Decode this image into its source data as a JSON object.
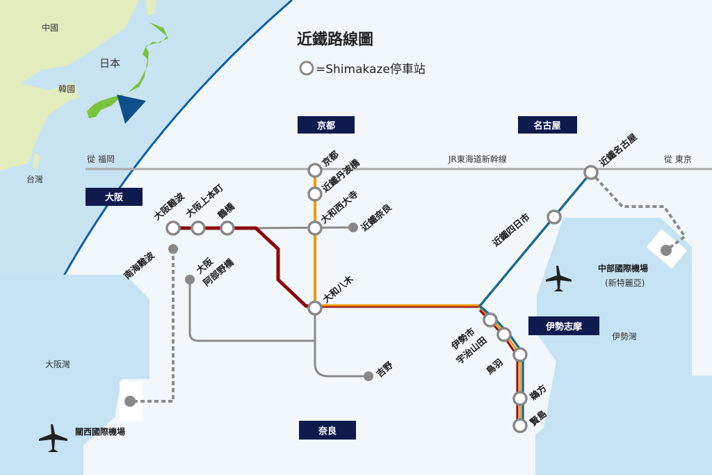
{
  "title": "近鐵路線圖",
  "legend": "=Shimakaze停車站",
  "inset_map": {
    "china": "中國",
    "japan": "日本",
    "korea": "韓國",
    "taiwan": "台灣"
  },
  "regions": {
    "kyoto": "京都",
    "nagoya": "名古屋",
    "osaka": "大阪",
    "ise_shima": "伊勢志摩",
    "nara": "奈良"
  },
  "jr_line": {
    "from_fukuoka": "從 福岡",
    "name": "JR東海道新幹線",
    "from_tokyo": "從 東京"
  },
  "stations": {
    "kyoto": "京都",
    "tambabashi": "近鐵丹波橋",
    "yamato_saidaiji": "大和西大寺",
    "kintetsu_nara": "近鐵奈良",
    "osaka_namba": "大阪難波",
    "osaka_uehommachi": "大阪上本町",
    "tsuruhashi": "鶴橋",
    "nankai_namba": "南海難波",
    "osaka_abenobashi_1": "大阪",
    "osaka_abenobashi_2": "阿部野橋",
    "yamato_yagi": "大和八木",
    "yoshino": "吉野",
    "kintetsu_nagoya": "近鐵名古屋",
    "kintetsu_yokkaichi": "近鐵四日市",
    "iseshi": "伊勢市",
    "ujiyamada": "宇治山田",
    "toba": "鳥羽",
    "ugata": "鵜方",
    "kashikojima": "賢島"
  },
  "airports": {
    "chubu": "中部國際機場",
    "chubu_sub": "(新特麗亞)",
    "kansai": "關西國際機場"
  },
  "water": {
    "ise_bay": "伊勢灣",
    "osaka_bay": "大阪灣"
  },
  "colors": {
    "red": "#8b0a0a",
    "orange": "#f39800",
    "blue": "#1d6a8f",
    "grey": "#8a8a8a",
    "navy": "#0f1a4f"
  }
}
